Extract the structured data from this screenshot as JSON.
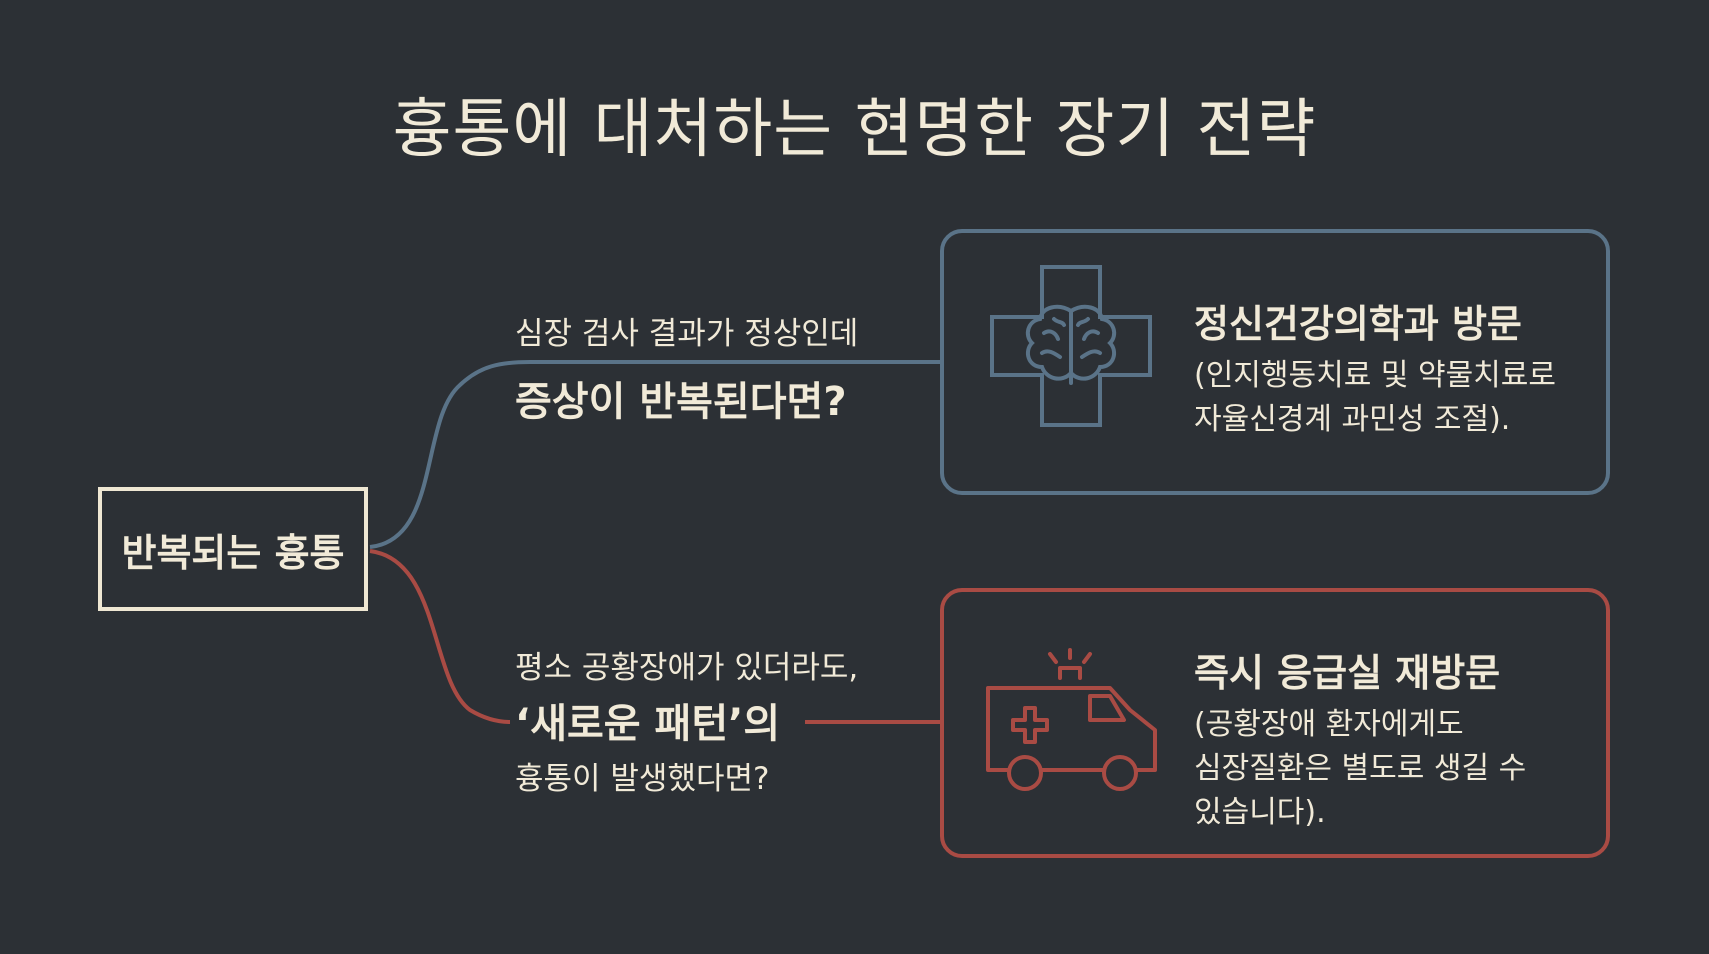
{
  "title": "흉통에 대처하는 현명한 장기 전략",
  "root": {
    "label": "반복되는 흉통"
  },
  "branches": [
    {
      "id": "normal-test",
      "question_lines": [
        "심장 검사 결과가 정상인데",
        "증상이 반복된다면?"
      ],
      "outcome": {
        "icon": "brain-medical-cross-icon",
        "title": "정신건강의학과 방문",
        "description_lines": [
          "(인지행동치료 및 약물치료로",
          "자율신경계 과민성 조절)."
        ]
      },
      "color": "#5a7388"
    },
    {
      "id": "new-pattern",
      "question_lines": [
        "평소 공황장애가 있더라도,",
        "‘새로운 패턴’의",
        "흉통이 발생했다면?"
      ],
      "outcome": {
        "icon": "ambulance-icon",
        "title": "즉시 응급실 재방문",
        "description_lines": [
          "(공황장애 환자에게도",
          "심장질환은 별도로 생길 수",
          "있습니다)."
        ]
      },
      "color": "#a94b44"
    }
  ],
  "colors": {
    "background": "#2c3035",
    "text": "#f1ead8",
    "blue": "#5a7388",
    "red": "#a94b44"
  }
}
